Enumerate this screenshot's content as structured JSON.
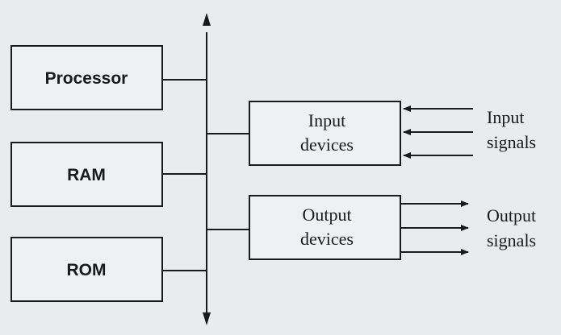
{
  "colors": {
    "background": "#e8ecef",
    "line": "#1a1a1a",
    "box_fill": "#eef1f3"
  },
  "blocks": {
    "processor": "Processor",
    "ram": "RAM",
    "rom": "ROM",
    "input_line1": "Input",
    "input_line2": "devices",
    "output_line1": "Output",
    "output_line2": "devices"
  },
  "signals": {
    "input_line1": "Input",
    "input_line2": "signals",
    "output_line1": "Output",
    "output_line2": "signals"
  }
}
